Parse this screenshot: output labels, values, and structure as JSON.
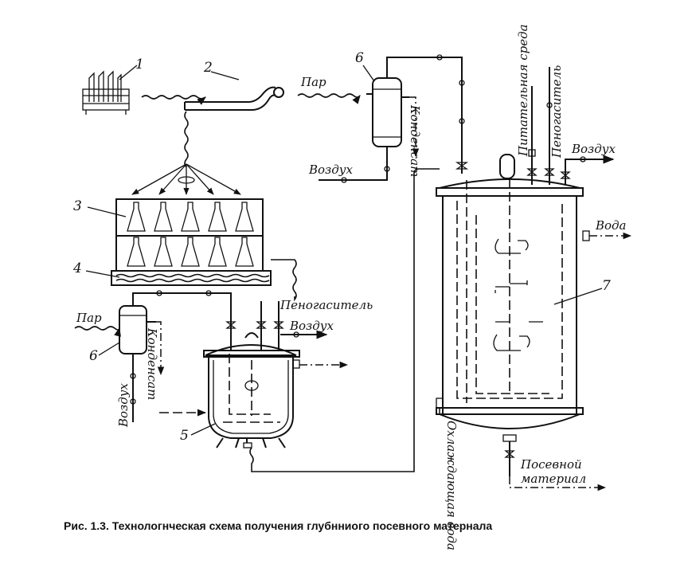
{
  "figure": {
    "caption": "Рис. 1.3. Технологнческая схема получения глубнниого посевного матернала",
    "numbers": {
      "n1": "1",
      "n2": "2",
      "n3": "3",
      "n4": "4",
      "n5": "5",
      "n6a": "6",
      "n6b": "6",
      "n7": "7"
    },
    "labels": {
      "steam_top": "Пар",
      "steam_left": "Пар",
      "air_top": "Воздух",
      "air_left": "Воздух",
      "condensate_top": "Конденсат",
      "condensate_left": "Конденсат",
      "antifoam_small": "Пеногаситель",
      "antifoam_large": "Пеногаситель",
      "air_small": "Воздух",
      "air_large": "Воздух",
      "nutrient": "Питательная среда",
      "water": "Вода",
      "cooling_water": "Охлаждающая вода",
      "seed_material": "Посевной материал"
    }
  }
}
